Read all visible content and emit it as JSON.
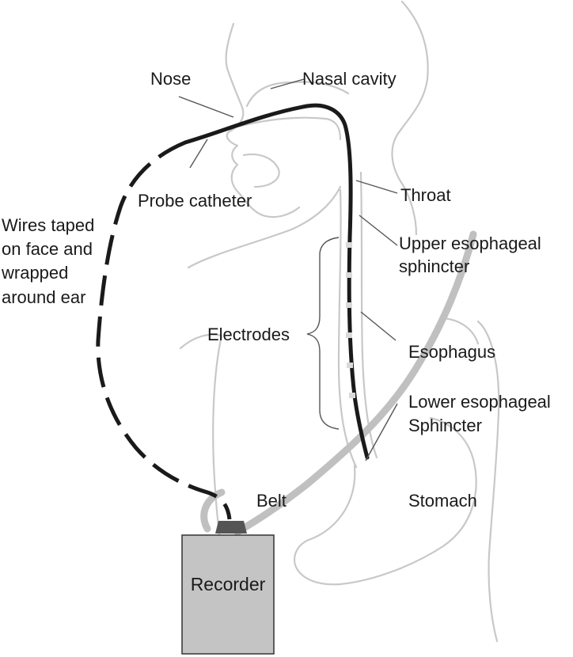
{
  "labels": {
    "nose": "Nose",
    "nasal_cavity": "Nasal cavity",
    "probe_catheter": "Probe catheter",
    "throat": "Throat",
    "ues_line1": "Upper esophageal",
    "ues_line2": "sphincter",
    "wires_line1": "Wires taped",
    "wires_line2": "on face and",
    "wires_line3": "wrapped",
    "wires_line4": "around ear",
    "electrodes": "Electrodes",
    "esophagus": "Esophagus",
    "les_line1": "Lower esophageal",
    "les_line2": "Sphincter",
    "belt": "Belt",
    "stomach": "Stomach",
    "recorder": "Recorder"
  },
  "colors": {
    "anatomy_outline": "#c8c8c8",
    "catheter": "#1a1a1a",
    "electrode_band": "#d9d9d9",
    "belt": "#c0c0c0",
    "recorder_fill": "#c4c4c4",
    "recorder_connector": "#555555",
    "text": "#1a1a1a"
  }
}
